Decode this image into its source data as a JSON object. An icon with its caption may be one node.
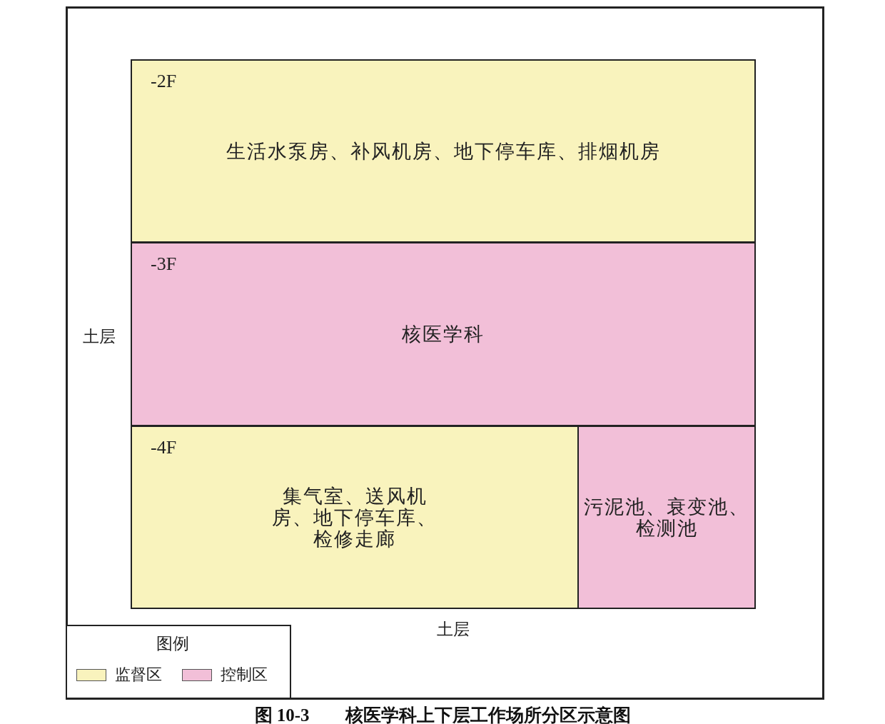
{
  "diagram": {
    "caption": "图 10-3　　核医学科上下层工作场所分区示意图",
    "nodes": [
      {
        "text": [
          "-2F",
          "生活水泵房、补风机房、地下停车库、排烟机房"
        ]
      },
      {
        "text": [
          "-3F",
          "核医学科"
        ]
      },
      {
        "text": [
          "-4F",
          "集气室、送风机房、地下停车库、检修走廊"
        ]
      },
      {
        "text": [
          "污泥池、衰变池、检测池"
        ]
      }
    ],
    "edges": [],
    "labels": [
      "土层",
      "土层",
      "图例"
    ],
    "legend": [
      {
        "text": "监督区",
        "color": "#f9f3bd"
      },
      {
        "text": "控制区",
        "color": "#f2bfd8"
      }
    ]
  }
}
